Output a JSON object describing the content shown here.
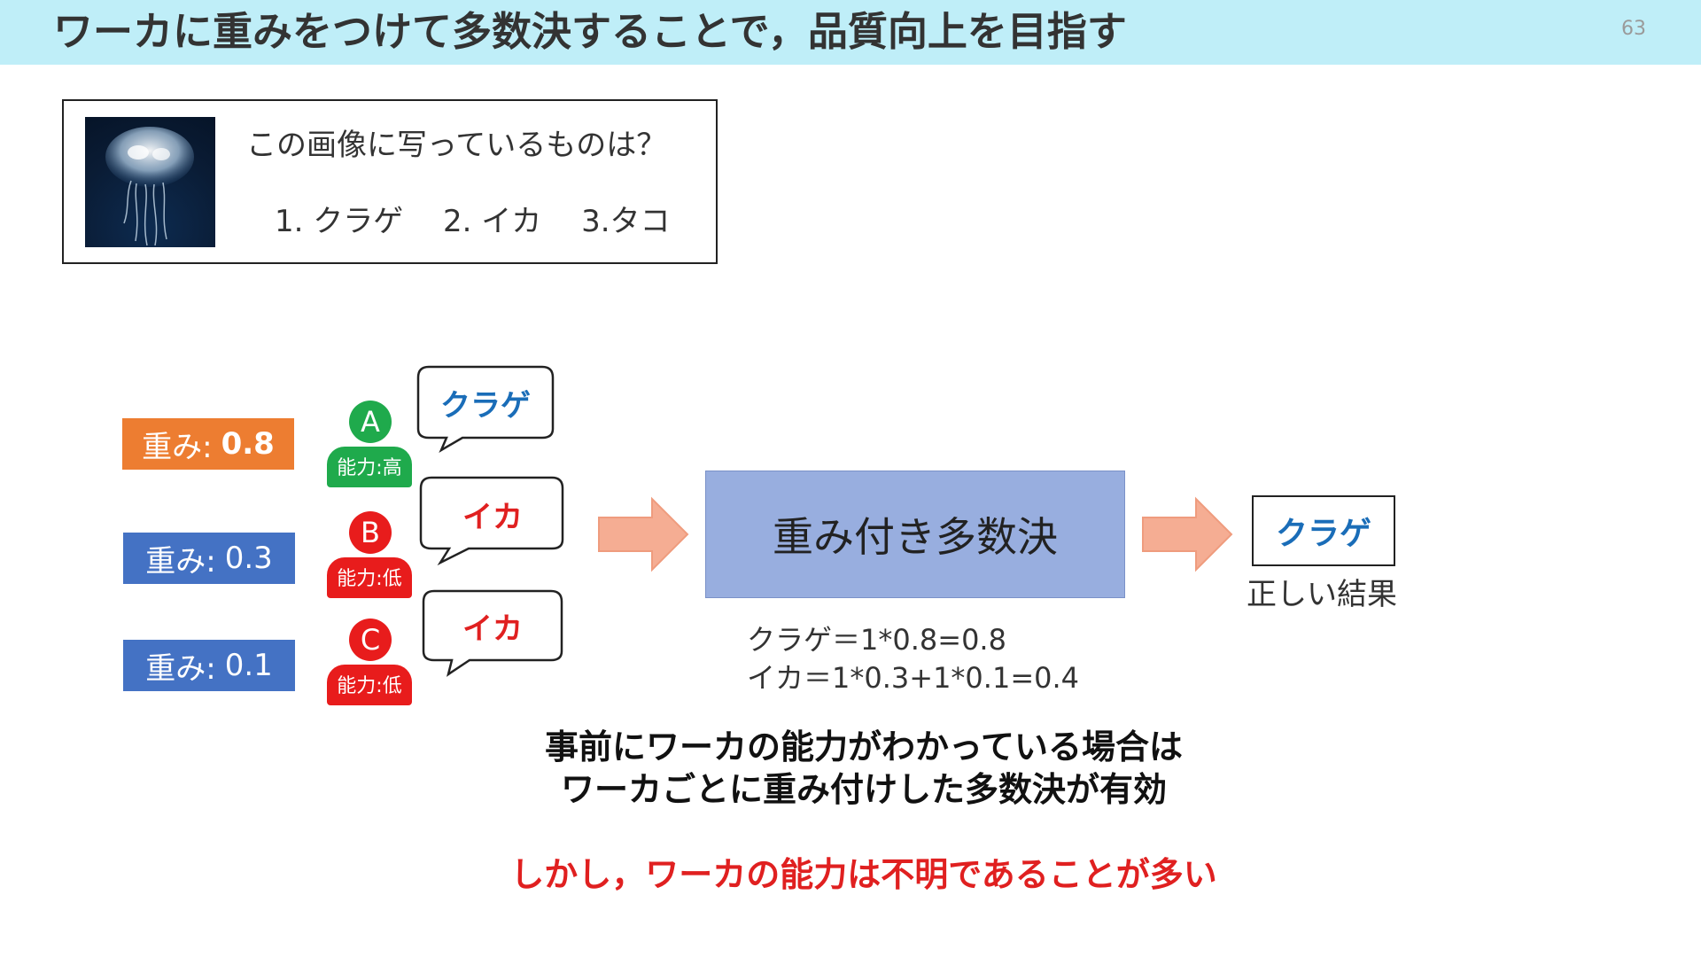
{
  "header": {
    "title": "ワーカに重みをつけて多数決することで，品質向上を目指す",
    "page_number": "63",
    "background_color": "#bfeef8"
  },
  "question": {
    "image_alt": "jellyfish",
    "prompt": "この画像に写っているものは？",
    "options": "1. クラゲ　 2. イカ　 3.タコ"
  },
  "workers": [
    {
      "weight_prefix": "重み:",
      "weight_value": "0.8",
      "letter": "A",
      "ability": "能力:高",
      "answer": "クラゲ",
      "color": "#1faa4c",
      "weight_color": "#ed7d31",
      "answer_color": "#1a6db8"
    },
    {
      "weight_prefix": "重み:",
      "weight_value": "0.3",
      "letter": "B",
      "ability": "能力:低",
      "answer": "イカ",
      "color": "#e81c1c",
      "weight_color": "#4472c4",
      "answer_color": "#e02020"
    },
    {
      "weight_prefix": "重み:",
      "weight_value": "0.1",
      "letter": "C",
      "ability": "能力:低",
      "answer": "イカ",
      "color": "#e81c1c",
      "weight_color": "#4472c4",
      "answer_color": "#e02020"
    }
  ],
  "process": {
    "label": "重み付き多数決",
    "formula_1": "クラゲ＝1*0.8=0.8",
    "formula_2": "イカ＝1*0.3+1*0.1=0.4"
  },
  "result": {
    "answer": "クラゲ",
    "caption": "正しい結果"
  },
  "conclusion": {
    "line_1": "事前にワーカの能力がわかっている場合は",
    "line_2": "ワーカごとに重み付けした多数決が有効",
    "warning": "しかし，ワーカの能力は不明であることが多い"
  }
}
